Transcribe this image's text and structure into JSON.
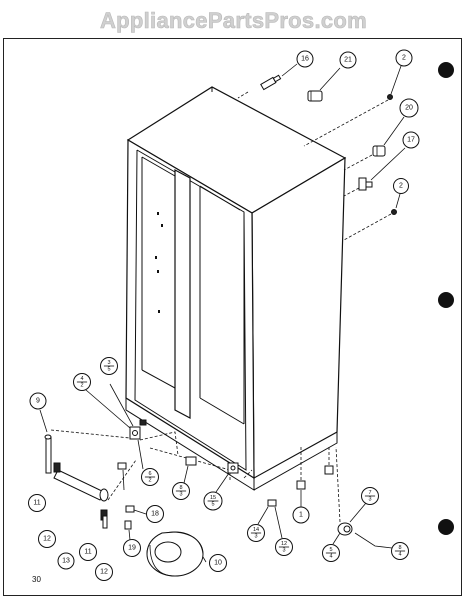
{
  "watermark": "AppliancePartsPros.com",
  "page_number": "30",
  "callouts": [
    {
      "id": "c16",
      "label": "16"
    },
    {
      "id": "c21",
      "label": "21"
    },
    {
      "id": "c2a",
      "label": "2"
    },
    {
      "id": "c20",
      "label": "20"
    },
    {
      "id": "c17",
      "label": "17"
    },
    {
      "id": "c2b",
      "label": "2"
    },
    {
      "id": "c9",
      "label": "9"
    },
    {
      "id": "c11a",
      "label": "11"
    },
    {
      "id": "c12a",
      "label": "12"
    },
    {
      "id": "c13",
      "label": "13"
    },
    {
      "id": "c11b",
      "label": "11"
    },
    {
      "id": "c12b",
      "label": "12"
    },
    {
      "id": "c18",
      "label": "18"
    },
    {
      "id": "c19",
      "label": "19"
    },
    {
      "id": "c10",
      "label": "10"
    },
    {
      "id": "c1",
      "label": "1"
    }
  ],
  "fraction_callouts": [
    {
      "id": "f4_2",
      "num": "4",
      "den": "2"
    },
    {
      "id": "f3_5",
      "num": "3",
      "den": "5"
    },
    {
      "id": "f6_2",
      "num": "6",
      "den": "2"
    },
    {
      "id": "f8_3",
      "num": "8",
      "den": "3"
    },
    {
      "id": "f15_5",
      "num": "15",
      "den": "5"
    },
    {
      "id": "f14_3",
      "num": "14",
      "den": "3"
    },
    {
      "id": "f12_3",
      "num": "12",
      "den": "3"
    },
    {
      "id": "f7_3",
      "num": "7",
      "den": "3"
    },
    {
      "id": "f5_4",
      "num": "5",
      "den": "4"
    },
    {
      "id": "f8_4",
      "num": "8",
      "den": "4"
    }
  ]
}
